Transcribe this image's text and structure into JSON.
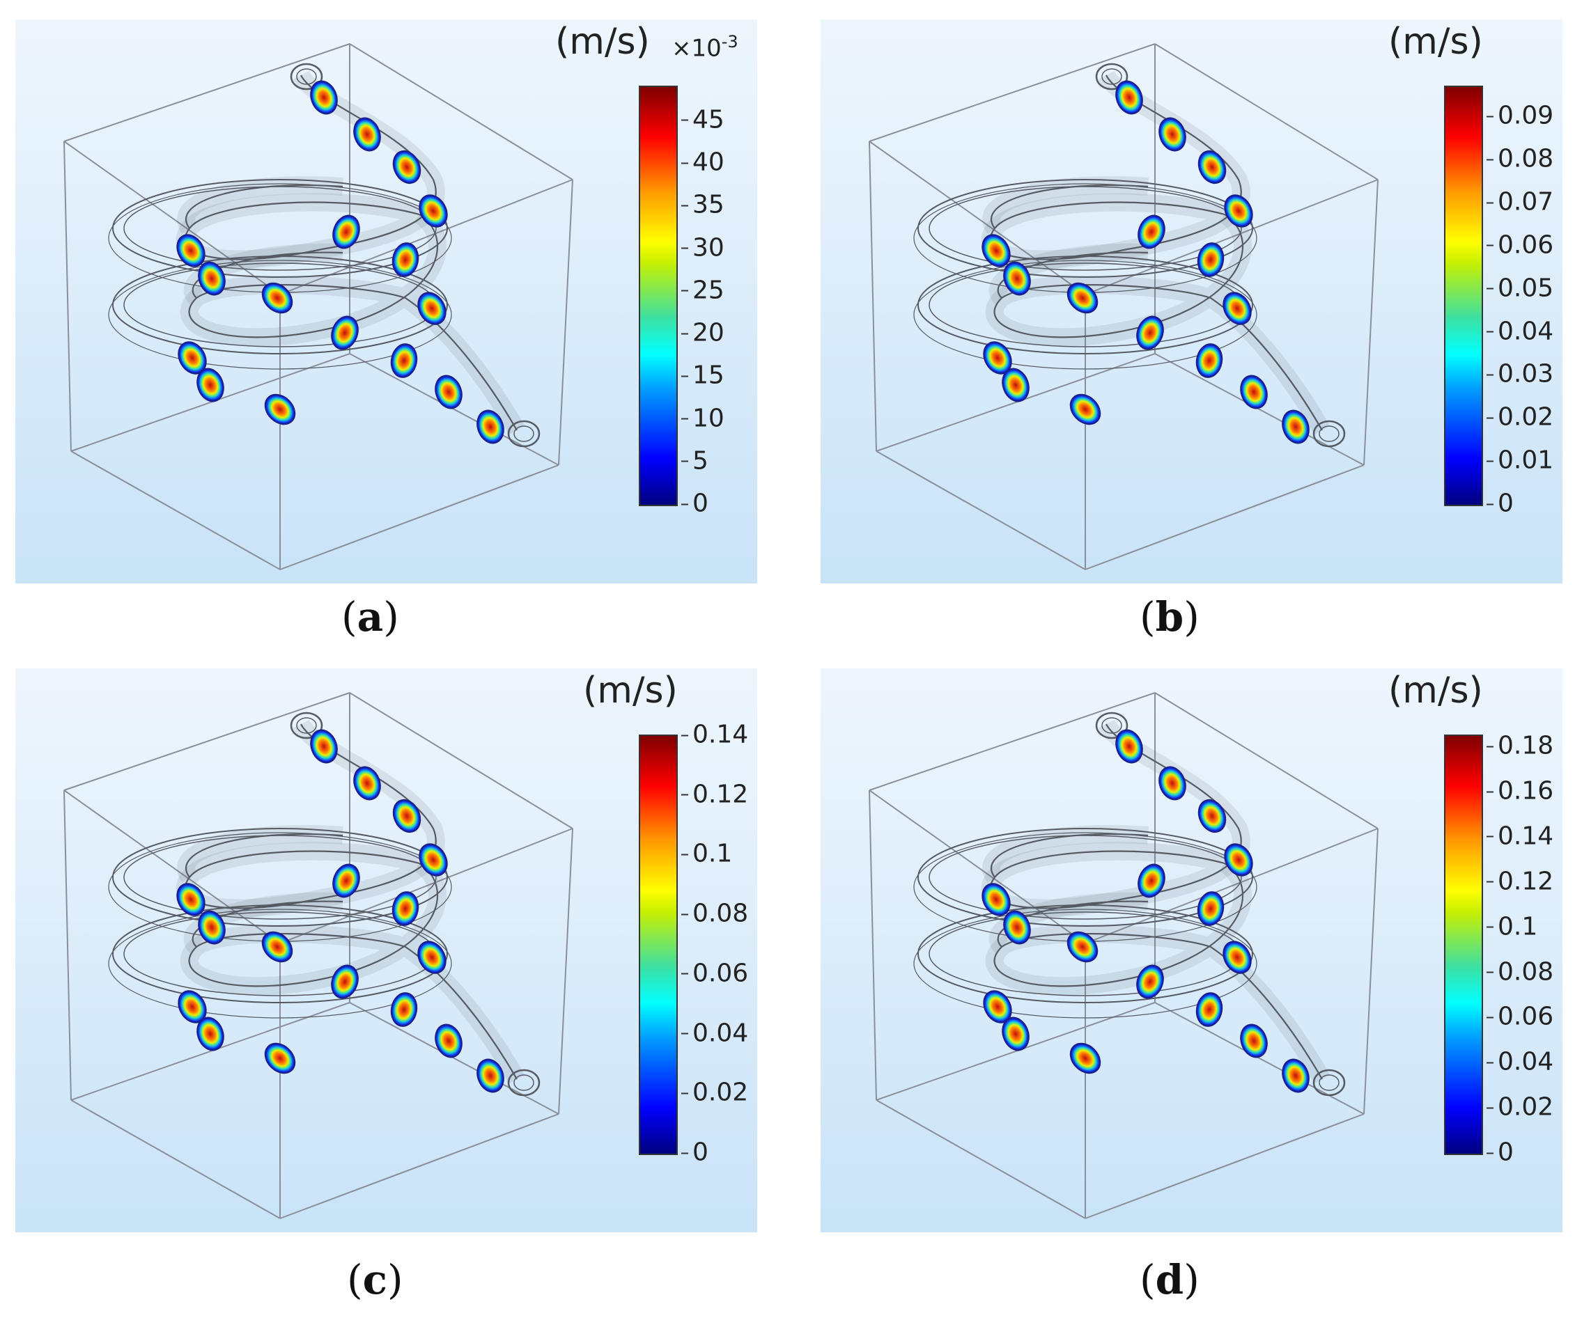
{
  "panels": [
    {
      "id": "a",
      "caption_open": "(",
      "caption_letter": "a",
      "caption_close": ")",
      "unit": "(m/s)",
      "multiplier_base": "×10",
      "multiplier_exp": "-3",
      "colorbar_ticks": [
        "45",
        "40",
        "35",
        "30",
        "25",
        "20",
        "15",
        "10",
        "5",
        "0"
      ],
      "colorbar_range": [
        0,
        49
      ]
    },
    {
      "id": "b",
      "caption_open": "(",
      "caption_letter": "b",
      "caption_close": ")",
      "unit": "(m/s)",
      "multiplier_base": "",
      "multiplier_exp": "",
      "colorbar_ticks": [
        "0.09",
        "0.08",
        "0.07",
        "0.06",
        "0.05",
        "0.04",
        "0.03",
        "0.02",
        "0.01",
        "0"
      ],
      "colorbar_range": [
        0,
        0.097
      ]
    },
    {
      "id": "c",
      "caption_open": "(",
      "caption_letter": "c",
      "caption_close": ")",
      "unit": "(m/s)",
      "multiplier_base": "",
      "multiplier_exp": "",
      "colorbar_ticks": [
        "0.14",
        "0.12",
        "0.1",
        "0.08",
        "0.06",
        "0.04",
        "0.02",
        "0"
      ],
      "colorbar_range": [
        0,
        0.14
      ]
    },
    {
      "id": "d",
      "caption_open": "(",
      "caption_letter": "d",
      "caption_close": ")",
      "unit": "(m/s)",
      "multiplier_base": "",
      "multiplier_exp": "",
      "colorbar_ticks": [
        "0.18",
        "0.16",
        "0.14",
        "0.12",
        "0.1",
        "0.08",
        "0.06",
        "0.04",
        "0.02",
        "0"
      ],
      "colorbar_range": [
        0,
        0.185
      ]
    }
  ],
  "colors": {
    "background_top": "#eef6fd",
    "background_bottom": "#c9e3f7",
    "colormap": [
      "#00007f",
      "#0000ff",
      "#00ffff",
      "#ffff00",
      "#ff0000",
      "#7f0000"
    ]
  }
}
